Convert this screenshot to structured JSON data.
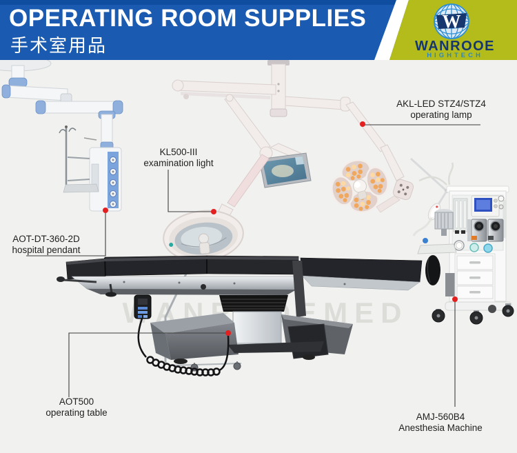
{
  "header": {
    "title": "OPERATING ROOM SUPPLIES",
    "subtitle": "手术室用品"
  },
  "logo": {
    "mark": "W",
    "brand": "WANROOE",
    "tagline": "HIGHTECH"
  },
  "watermark": "WANROOEMED",
  "colors": {
    "header_blue": "#1a5ab0",
    "header_blue_dark": "#0f4da0",
    "brand_green": "#b4bc1c",
    "callout_red": "#e31f1f"
  },
  "products": [
    {
      "model": "AOT-DT-360-2D",
      "name": "hospital pendant"
    },
    {
      "model": "KL500-III",
      "name": "examination light"
    },
    {
      "model": "AKL-LED STZ4/STZ4",
      "name": "operating lamp"
    },
    {
      "model": "AOT500",
      "name": "operating table"
    },
    {
      "model": "AMJ-560B4",
      "name": "Anesthesia Machine"
    }
  ]
}
